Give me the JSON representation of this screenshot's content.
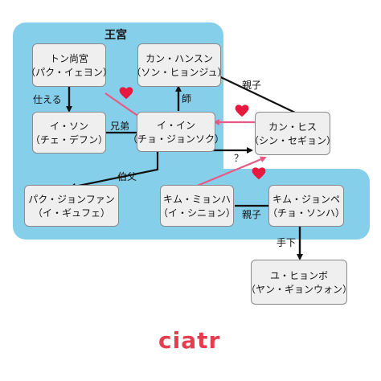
{
  "colors": {
    "region": "#86cfea",
    "node_bg": "#efefef",
    "node_border": "#8a8a8a",
    "arrow": "#111111",
    "love_arrow": "#e85a83",
    "heart": "#e8193f",
    "brand": "#e63d4e"
  },
  "region": {
    "title": "王宮"
  },
  "nodes": {
    "ton_sangun": {
      "line1": "トン尚宮",
      "line2": "（パク・イェヨン）"
    },
    "kang_hansun": {
      "line1": "カン・ハンスン",
      "line2": "（ソン・ヒョンジュ）"
    },
    "yi_son": {
      "line1": "イ・ソン",
      "line2": "（チェ・デフン）"
    },
    "yi_in": {
      "line1": "イ・イン",
      "line2": "（チョ・ジョンソク）"
    },
    "kang_hisu": {
      "line1": "カン・ヒス",
      "line2": "（シン・セギョン）"
    },
    "pak_jonfan": {
      "line1": "パク・ジョンファン",
      "line2": "（イ・ギュフェ）"
    },
    "kim_myonha": {
      "line1": "キム・ミョンハ",
      "line2": "（イ・シニョン）"
    },
    "kim_jonpe": {
      "line1": "キム・ジョンペ",
      "line2": "（チョ・ソンハ）"
    },
    "yu_hyonbo": {
      "line1": "ユ・ヒョンボ",
      "line2": "（ヤン・ギョンウォン）"
    }
  },
  "edges": [
    {
      "id": "serves",
      "label": "仕える",
      "style": "arrow"
    },
    {
      "id": "teacher",
      "label": "師",
      "style": "arrow"
    },
    {
      "id": "parent_child_1",
      "label": "親子",
      "style": "line"
    },
    {
      "id": "brothers",
      "label": "兄弟",
      "style": "line"
    },
    {
      "id": "uncle",
      "label": "伯父",
      "style": "arrow"
    },
    {
      "id": "question",
      "label": "？",
      "style": "arrow"
    },
    {
      "id": "love_to_in",
      "label": "",
      "style": "love"
    },
    {
      "id": "love_from_hisu",
      "label": "",
      "style": "love"
    },
    {
      "id": "love_from_myonha",
      "label": "",
      "style": "love"
    },
    {
      "id": "parent_child_2",
      "label": "親子",
      "style": "line"
    },
    {
      "id": "subordinate",
      "label": "手下",
      "style": "arrow"
    }
  ],
  "hearts": [
    {
      "id": "heart-1",
      "icon": "heart-icon"
    },
    {
      "id": "heart-2",
      "icon": "heart-icon"
    },
    {
      "id": "heart-3",
      "icon": "heart-icon"
    }
  ],
  "brand": {
    "logo_text": "ciatr"
  }
}
